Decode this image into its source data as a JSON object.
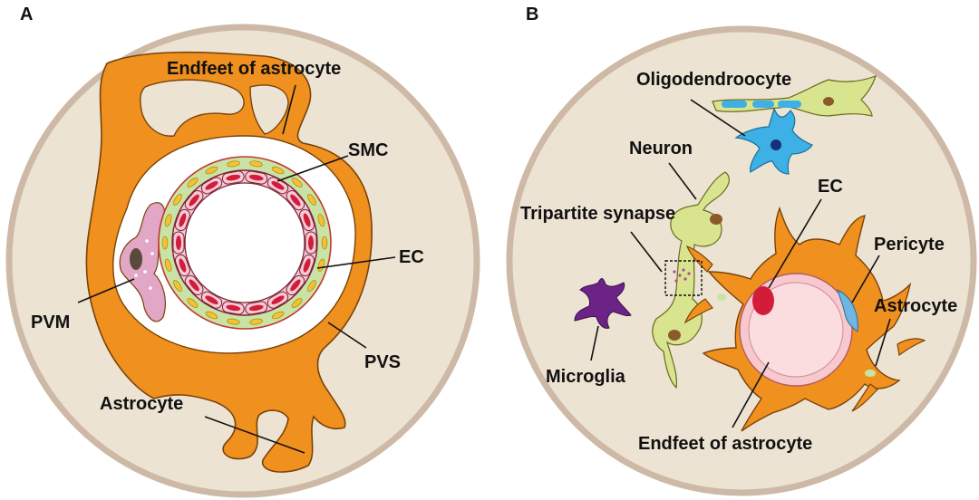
{
  "panel_a": {
    "letter": "A",
    "labels": {
      "endfeet": "Endfeet of astrocyte",
      "smc": "SMC",
      "ec": "EC",
      "pvm": "PVM",
      "pvs": "PVS",
      "astrocyte": "Astrocyte"
    }
  },
  "panel_b": {
    "letter": "B",
    "labels": {
      "oligodendrocyte": "Oligodendroocyte",
      "neuron": "Neuron",
      "ec": "EC",
      "tripartite": "Tripartite synapse",
      "pericyte": "Pericyte",
      "astrocyte": "Astrocyte",
      "microglia": "Microglia",
      "endfeet": "Endfeet of astrocyte"
    }
  },
  "colors": {
    "tissue": "#ede3d3",
    "tissue_border": "#cdb9a6",
    "astrocyte": "#f0901e",
    "astrocyte_edge": "#7a4208",
    "smc": "#c9e3a6",
    "smc_nucleus": "#f2c230",
    "ec_ring": "#f6c9d6",
    "ec_nucleus": "#d21d3a",
    "pvm": "#e2a6c6",
    "neuron": "#d8e48e",
    "oligodendrocyte": "#3db0e6",
    "microglia": "#6b2486",
    "pericyte": "#6fb6e3"
  }
}
